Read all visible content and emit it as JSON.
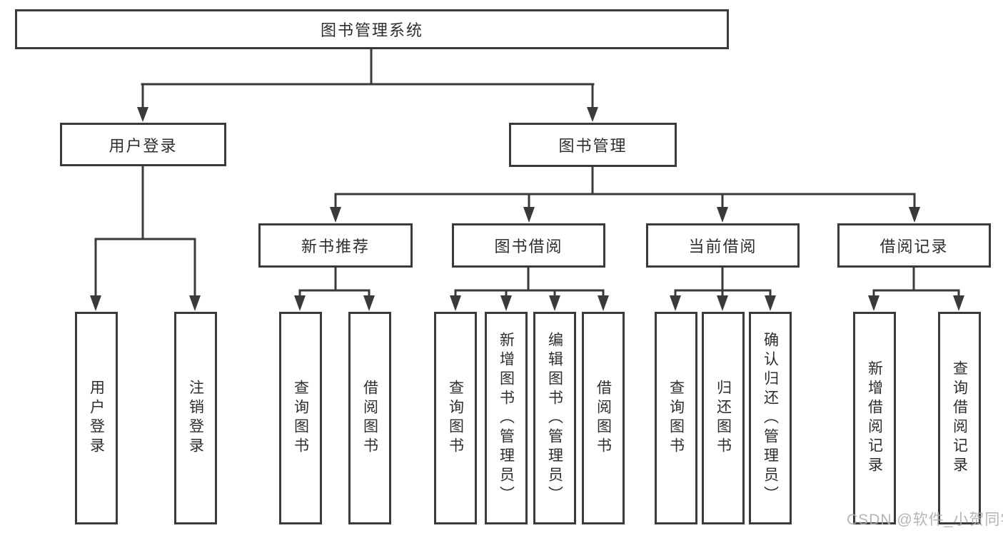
{
  "tree": {
    "label": "图书管理系统",
    "children": [
      {
        "label": "用户登录",
        "children": [
          {
            "label": "用户登录"
          },
          {
            "label": "注销登录"
          }
        ]
      },
      {
        "label": "图书管理",
        "children": [
          {
            "label": "新书推荐",
            "children": [
              {
                "label": "查询图书"
              },
              {
                "label": "借阅图书"
              }
            ]
          },
          {
            "label": "图书借阅",
            "children": [
              {
                "label": "查询图书"
              },
              {
                "label": "新增图书（管理员）"
              },
              {
                "label": "编辑图书（管理员）"
              },
              {
                "label": "借阅图书"
              }
            ]
          },
          {
            "label": "当前借阅",
            "children": [
              {
                "label": "查询图书"
              },
              {
                "label": "归还图书"
              },
              {
                "label": "确认归还（管理员）"
              }
            ]
          },
          {
            "label": "借阅记录",
            "children": [
              {
                "label": "新增借阅记录"
              },
              {
                "label": "查询借阅记录"
              }
            ]
          }
        ]
      }
    ]
  },
  "watermark": {
    "text": "CSDN @软件_小贺同学"
  },
  "colors": {
    "line": "#3a3a3a",
    "text": "#2e2e2e",
    "watermark": "#adadad",
    "background": "#ffffff"
  }
}
